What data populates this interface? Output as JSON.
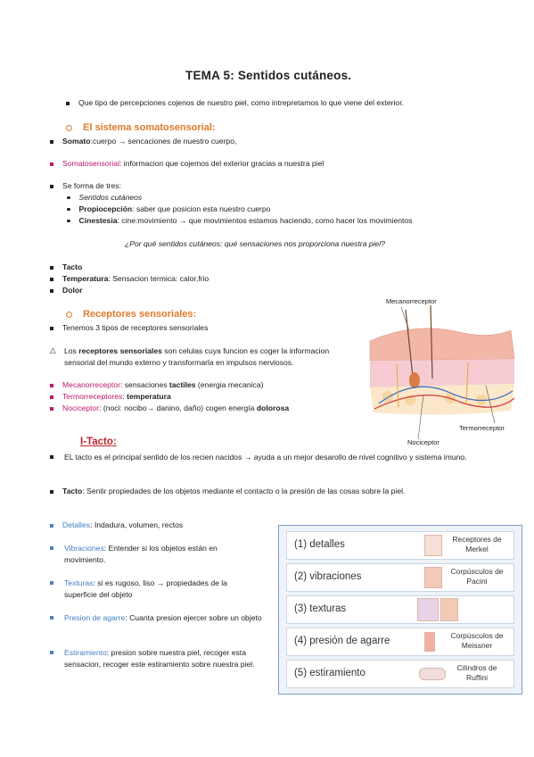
{
  "title": "TEMA 5: Sentidos cutáneos.",
  "intro": "Que tipo de percepciones cojenos de nuestro piel, como intrepretamos lo que viene del exterior.",
  "section1": "El sistema somatosensorial:",
  "somato": {
    "term": "Somato",
    "text": ":cuerpo → sencaciones de nuestro cuerpo,"
  },
  "somatosensorial": {
    "term": "Somatosensorial",
    "text": ": informacion que cojemos del exterior gracias a nuestra piel"
  },
  "formas": {
    "intro": "Se forma de tres:",
    "items": [
      {
        "term": "Sentidos cutáneos",
        "text": ""
      },
      {
        "term": "Propiocepción",
        "text": ": saber que posicion esta nuestro cuerpo"
      },
      {
        "term": "Cinestesia",
        "text": ": cine:movimiento → que movimientos estamos haciendo, como hacer los movimientos"
      }
    ]
  },
  "question": "¿Por qué sentidos cutáneos: qué sensaciones nos proporciona nuestra piel?",
  "senses": [
    {
      "term": "Tacto",
      "text": ""
    },
    {
      "term": "Temperatura",
      "text": ": Sensacion termica: calor,frio"
    },
    {
      "term": "Dolor",
      "text": ""
    }
  ],
  "section2": "Receptores sensoriales:",
  "receptores_intro": "Tenemos 3 tipos de receptores sensoriales",
  "receptores_def": {
    "pre": "Los ",
    "term": "receptores sensoriales",
    "text": " son celulas cuya funcion es coger la informacion sensorial del mundo externo y transformarla en impulsos nerviosos."
  },
  "receptor_types": [
    {
      "term": "Mecanorreceptor",
      "pre": ": sensaciones ",
      "bold": "tactiles",
      "post": " (energia mecanica)"
    },
    {
      "term": "Termorreceptores",
      "pre": ": ",
      "bold": "temperatura",
      "post": ""
    },
    {
      "term": "Nociceptor",
      "pre": ": (noci: nocibo→ danino, daño) cogen energía ",
      "bold": "dolorosa",
      "post": ""
    }
  ],
  "diagram_labels": {
    "mecano": "Mecanorreceptor",
    "termo": "Termorreceptor",
    "noci": "Nociceptor"
  },
  "section3": "I-Tacto:",
  "tacto1": "EL tacto es el principal sentido de los recien nacidos → ayuda a un mejor desarollo de nivel cognitivo y sistema imuno.",
  "tacto2": {
    "term": "Tacto",
    "text": ": Sentir propiedades de los objetos mediante el contacto o la presión de las cosas sobre la piel."
  },
  "properties": [
    {
      "term": "Detalles",
      "text": ": Indadura, volumen, rectos"
    },
    {
      "term": "Vibraciones",
      "text": ": Entender si los objetos están en movimiento."
    },
    {
      "term": "Texturas",
      "text": ": si es rugoso, liso → propiedades de la superficie del objeto"
    },
    {
      "term": "Presion de agarre",
      "text": ": Cuanta presion ejercer sobre un objeto"
    },
    {
      "term": "Estiramiento",
      "text": ": presion sobre nuestra piel, recoger esta sensacion, recoger este estiramiento sobre nuestra piel."
    }
  ],
  "table_rows": [
    {
      "label": "(1)  detalles",
      "receptor": "Receptores de Merkel"
    },
    {
      "label": "(2) vibraciones",
      "receptor": "Corpúsculos de Pacini"
    },
    {
      "label": "(3) texturas",
      "receptor": ""
    },
    {
      "label": "(4) presión de agarre",
      "receptor": "Corpúsculos de Meissner"
    },
    {
      "label": "(5) estiramiento",
      "receptor": "Cilindros de Ruffini"
    }
  ],
  "colors": {
    "orange": "#e07a2a",
    "pink": "#c0176a",
    "blue": "#3f7fc2",
    "red": "#c0262c"
  }
}
